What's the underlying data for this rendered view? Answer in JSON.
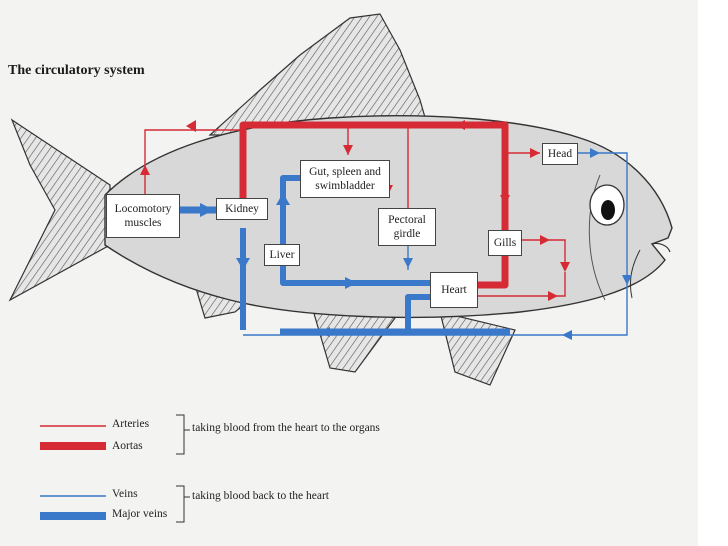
{
  "title": "The circulatory system",
  "organs": {
    "locomotory": "Locomotory muscles",
    "kidney": "Kidney",
    "gut": "Gut, spleen and swimbladder",
    "pectoral": "Pectoral girdle",
    "liver": "Liver",
    "heart": "Heart",
    "gills": "Gills",
    "head": "Head"
  },
  "legend": {
    "arteries": "Arteries",
    "aortas": "Aortas",
    "veins": "Veins",
    "major_veins": "Major veins",
    "group_arterial": "taking blood from the heart to the organs",
    "group_venous": "taking blood back to the heart"
  },
  "colors": {
    "artery": "#d62b35",
    "vein": "#3a78c9",
    "fish": "#d8d8d8",
    "outline": "#333333"
  }
}
